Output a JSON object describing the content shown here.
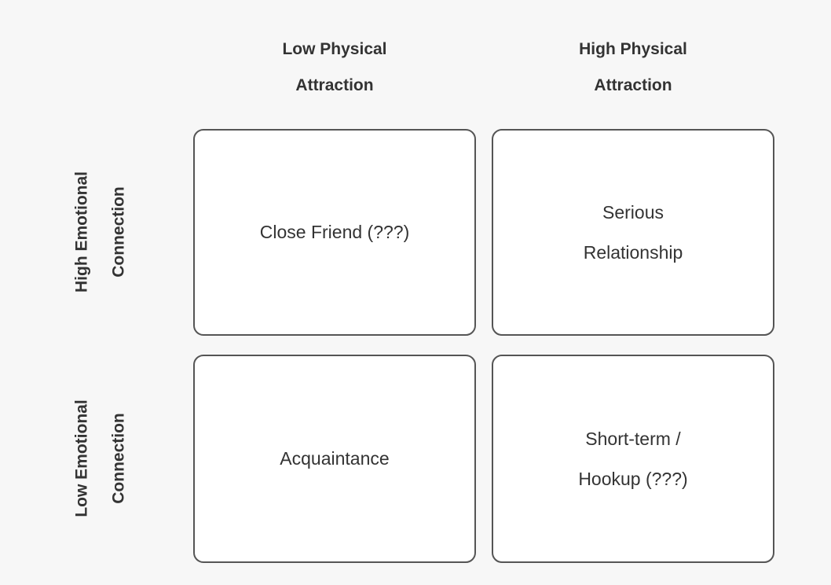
{
  "diagram": {
    "type": "2x2-matrix",
    "background_color": "#f7f7f7",
    "cell_background_color": "#ffffff",
    "cell_border_color": "#555555",
    "text_color": "#333333",
    "column_headers": [
      {
        "lines": [
          "Low Physical",
          "Attraction"
        ]
      },
      {
        "lines": [
          "High Physical",
          "Attraction"
        ]
      }
    ],
    "row_headers": [
      {
        "lines": [
          "High Emotional",
          "Connection"
        ]
      },
      {
        "lines": [
          "Low Emotional",
          "Connection"
        ]
      }
    ],
    "cells": [
      [
        {
          "lines": [
            "Close Friend (???)"
          ]
        },
        {
          "lines": [
            "Serious",
            "Relationship"
          ]
        }
      ],
      [
        {
          "lines": [
            "Acquaintance"
          ]
        },
        {
          "lines": [
            "Short-term /",
            "Hookup (???)"
          ]
        }
      ]
    ]
  }
}
